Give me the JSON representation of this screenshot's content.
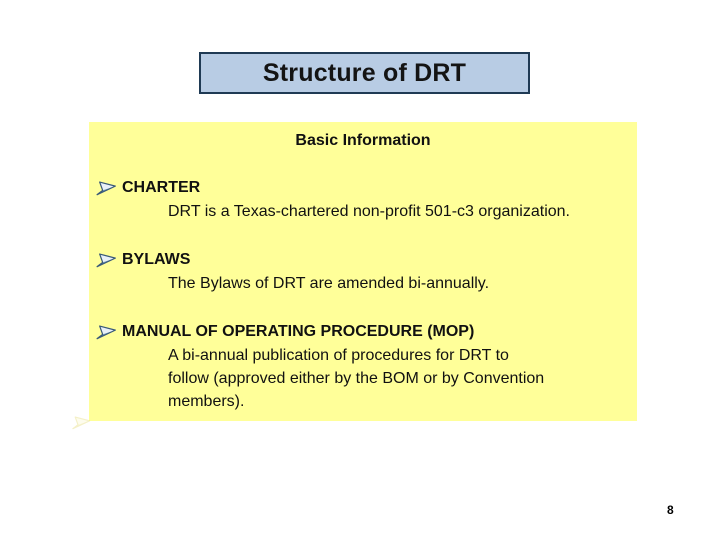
{
  "slide": {
    "title": "Structure of DRT",
    "page_number": "8"
  },
  "panel": {
    "heading": "Basic Information",
    "items": [
      {
        "label": "CHARTER",
        "body": "DRT is a Texas-chartered non-profit 501-c3 organization."
      },
      {
        "label": "BYLAWS",
        "body": "The Bylaws of DRT are amended bi-annually."
      },
      {
        "label": "MANUAL OF OPERATING PROCEDURE (MOP)",
        "body": "A bi-annual publication of procedures for DRT to\nfollow (approved either by the BOM or by Convention\nmembers)."
      }
    ]
  },
  "icons": {
    "bullet": "arrowhead-3d-icon"
  },
  "colors": {
    "title_box_fill": "#b8cce4",
    "title_box_border": "#1f3a54",
    "panel_fill": "#ffff99",
    "bullet_upper": "#e9f0f8",
    "bullet_lower": "#6b96c1",
    "bullet_outline": "#3a5a78",
    "text": "#111111"
  }
}
